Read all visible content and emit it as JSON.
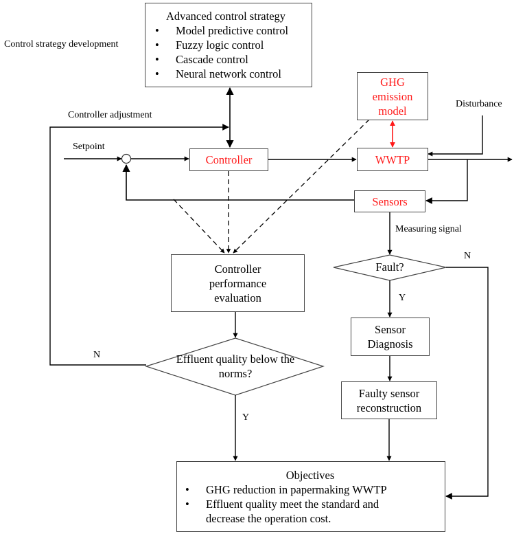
{
  "diagram": {
    "advanced_strategy": {
      "title": "Advanced control strategy",
      "items": [
        "Model predictive control",
        "Fuzzy logic control",
        "Cascade control",
        "Neural network control"
      ]
    },
    "labels": {
      "control_strategy_development": "Control strategy development",
      "controller_adjustment": "Controller adjustment",
      "setpoint": "Setpoint",
      "disturbance": "Disturbance",
      "measuring_signal": "Measuring signal",
      "fault_no": "N",
      "fault_yes": "Y",
      "effluent_no": "N",
      "effluent_yes": "Y"
    },
    "blocks": {
      "controller": "Controller",
      "ghg_model_lines": [
        "GHG",
        "emission",
        "model"
      ],
      "wwtp": "WWTP",
      "sensors": "Sensors",
      "controller_performance_lines": [
        "Controller",
        "performance",
        "evaluation"
      ],
      "sensor_diagnosis_lines": [
        "Sensor",
        "Diagnosis"
      ],
      "faulty_sensor_lines": [
        "Faulty sensor",
        "reconstruction"
      ]
    },
    "decisions": {
      "fault": "Fault?",
      "effluent_lines": [
        "Effluent quality below the",
        "norms?"
      ]
    },
    "objectives": {
      "title": "Objectives",
      "items": [
        "GHG reduction in papermaking WWTP",
        "Effluent quality meet the standard and decrease the operation cost."
      ]
    },
    "colors": {
      "highlight": "#ff1a1a",
      "line": "#000000"
    }
  }
}
